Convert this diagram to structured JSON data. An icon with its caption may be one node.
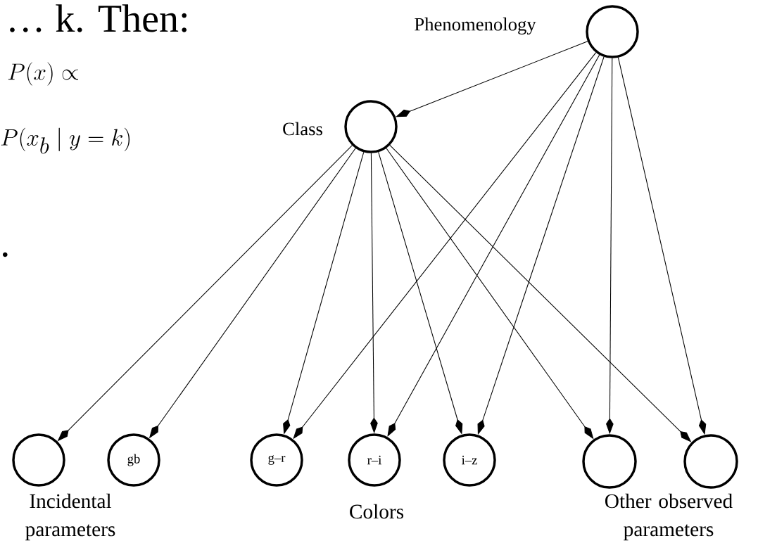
{
  "diagram": {
    "nodes": [
      {
        "text": [
          "Phenomenology"
        ]
      },
      {
        "text": [
          "Class"
        ]
      },
      {
        "text": [],
        "shape": "circle"
      },
      {
        "text": [
          "gb"
        ]
      },
      {
        "text": [
          "g–r"
        ]
      },
      {
        "text": [
          "r–i"
        ]
      },
      {
        "text": [
          "i–z"
        ]
      },
      {
        "text": [],
        "shape": "circle"
      },
      {
        "text": [],
        "shape": "circle"
      }
    ],
    "edges": [
      {
        "from": 0,
        "to": 1,
        "arrow": "to"
      },
      {
        "from": 1,
        "to": 2,
        "arrow": "to"
      },
      {
        "from": 1,
        "to": 3,
        "arrow": "to"
      },
      {
        "from": 1,
        "to": 4,
        "arrow": "to"
      },
      {
        "from": 1,
        "to": 5,
        "arrow": "to"
      },
      {
        "from": 1,
        "to": 6,
        "arrow": "to"
      },
      {
        "from": 1,
        "to": 7,
        "arrow": "to"
      },
      {
        "from": 1,
        "to": 8,
        "arrow": "to"
      },
      {
        "from": 0,
        "to": 4,
        "arrow": "to"
      },
      {
        "from": 0,
        "to": 5,
        "arrow": "to"
      },
      {
        "from": 0,
        "to": 6,
        "arrow": "to"
      },
      {
        "from": 0,
        "to": 7,
        "arrow": "to"
      },
      {
        "from": 0,
        "to": 8,
        "arrow": "to"
      }
    ],
    "labels": [
      "… k. Then:",
      "P(x) \\propto",
      "P(x_{b} \\mid y = k)",
      ".",
      "Incidental parameters",
      "Colors",
      "Other observed parameters"
    ]
  }
}
